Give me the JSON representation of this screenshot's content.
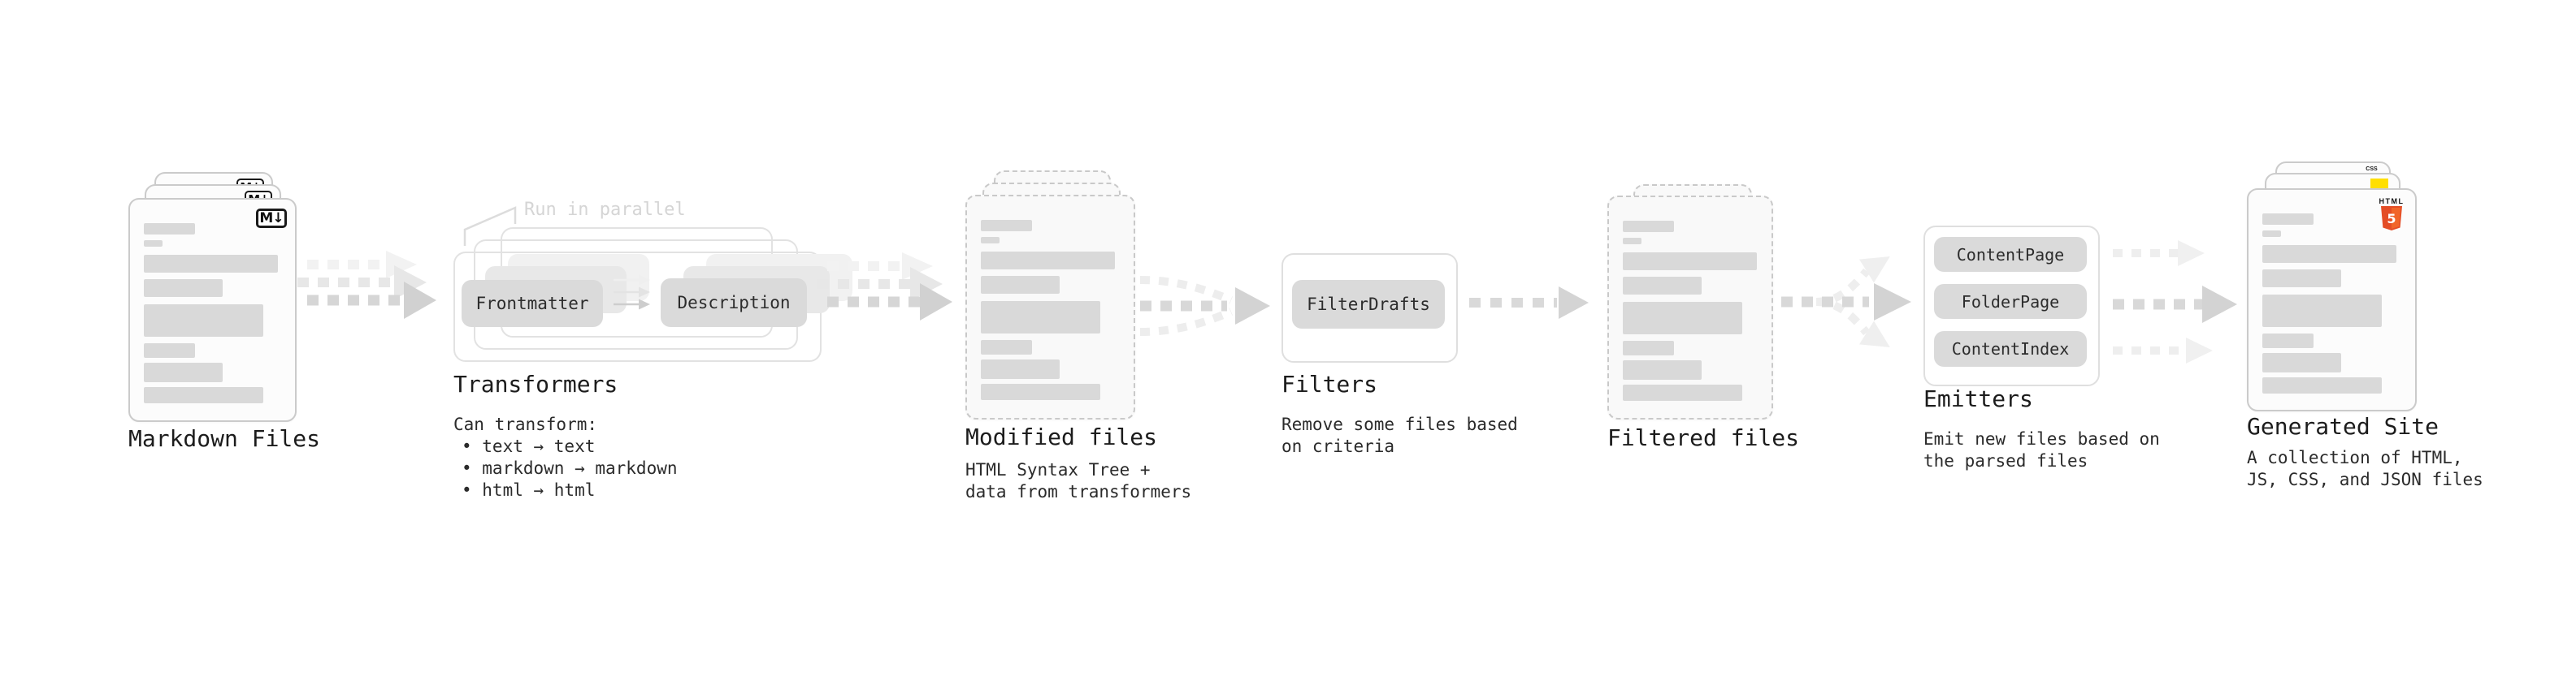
{
  "pipeline": {
    "markdown": {
      "title": "Markdown Files"
    },
    "transformers": {
      "title": "Transformers",
      "note": "Run in parallel",
      "input_pill": "Frontmatter",
      "output_pill": "Description",
      "desc_heading": "Can transform:",
      "bullets": [
        "• text → text",
        "• markdown → markdown",
        "• html → html"
      ]
    },
    "modified": {
      "title": "Modified files",
      "subtitle": [
        "HTML Syntax Tree +",
        "data from transformers"
      ]
    },
    "filters": {
      "title": "Filters",
      "pill": "FilterDrafts",
      "subtitle": [
        "Remove some files based",
        "on criteria"
      ]
    },
    "filtered": {
      "title": "Filtered files"
    },
    "emitters": {
      "title": "Emitters",
      "pills": [
        "ContentPage",
        "FolderPage",
        "ContentIndex"
      ],
      "subtitle": [
        "Emit new files based on",
        "the parsed files"
      ]
    },
    "generated": {
      "title": "Generated Site",
      "subtitle": [
        "A collection of HTML,",
        "JS, CSS, and JSON files"
      ]
    }
  },
  "icons": {
    "markdown_label": "M↓",
    "html_label": "HTML",
    "html_five": "5",
    "css_label": "CSS"
  },
  "colors": {
    "html5_orange": "#e44d26",
    "html5_orange_light": "#f16529",
    "js_yellow": "#ffdf00",
    "css_blue": "#2760e6",
    "placeholder_gray": "#d9d9d9",
    "arrow_gray": "#d6d6d6"
  }
}
